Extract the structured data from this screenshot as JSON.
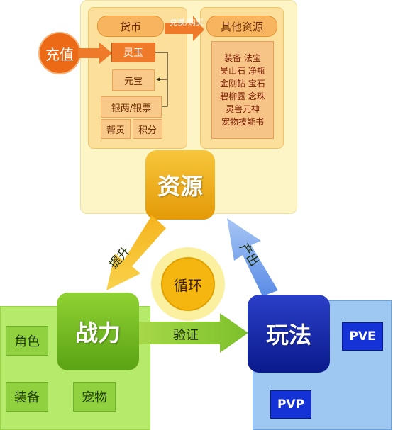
{
  "currency": {
    "title": "货币",
    "recharge": "充值",
    "lingyu": "灵玉",
    "yuanbao": "元宝",
    "yinliang": "银两/银票",
    "banggong": "帮贡",
    "jifen": "积分"
  },
  "exchange_label": "兑换/购买",
  "other_resources": {
    "title": "其他资源",
    "items": [
      "装备 法宝",
      "昊山石 净瓶",
      "金刚钻 宝石",
      "碧柳露 念珠",
      "灵兽元神",
      "宠物技能书"
    ]
  },
  "nodes": {
    "resource": "资源",
    "power": "战力",
    "gameplay": "玩法",
    "cycle": "循环"
  },
  "arrows": {
    "improve": "提升",
    "produce": "产出",
    "verify": "验证"
  },
  "power_items": [
    "角色",
    "装备",
    "宠物"
  ],
  "gameplay_items": [
    "PVE",
    "PVP"
  ]
}
